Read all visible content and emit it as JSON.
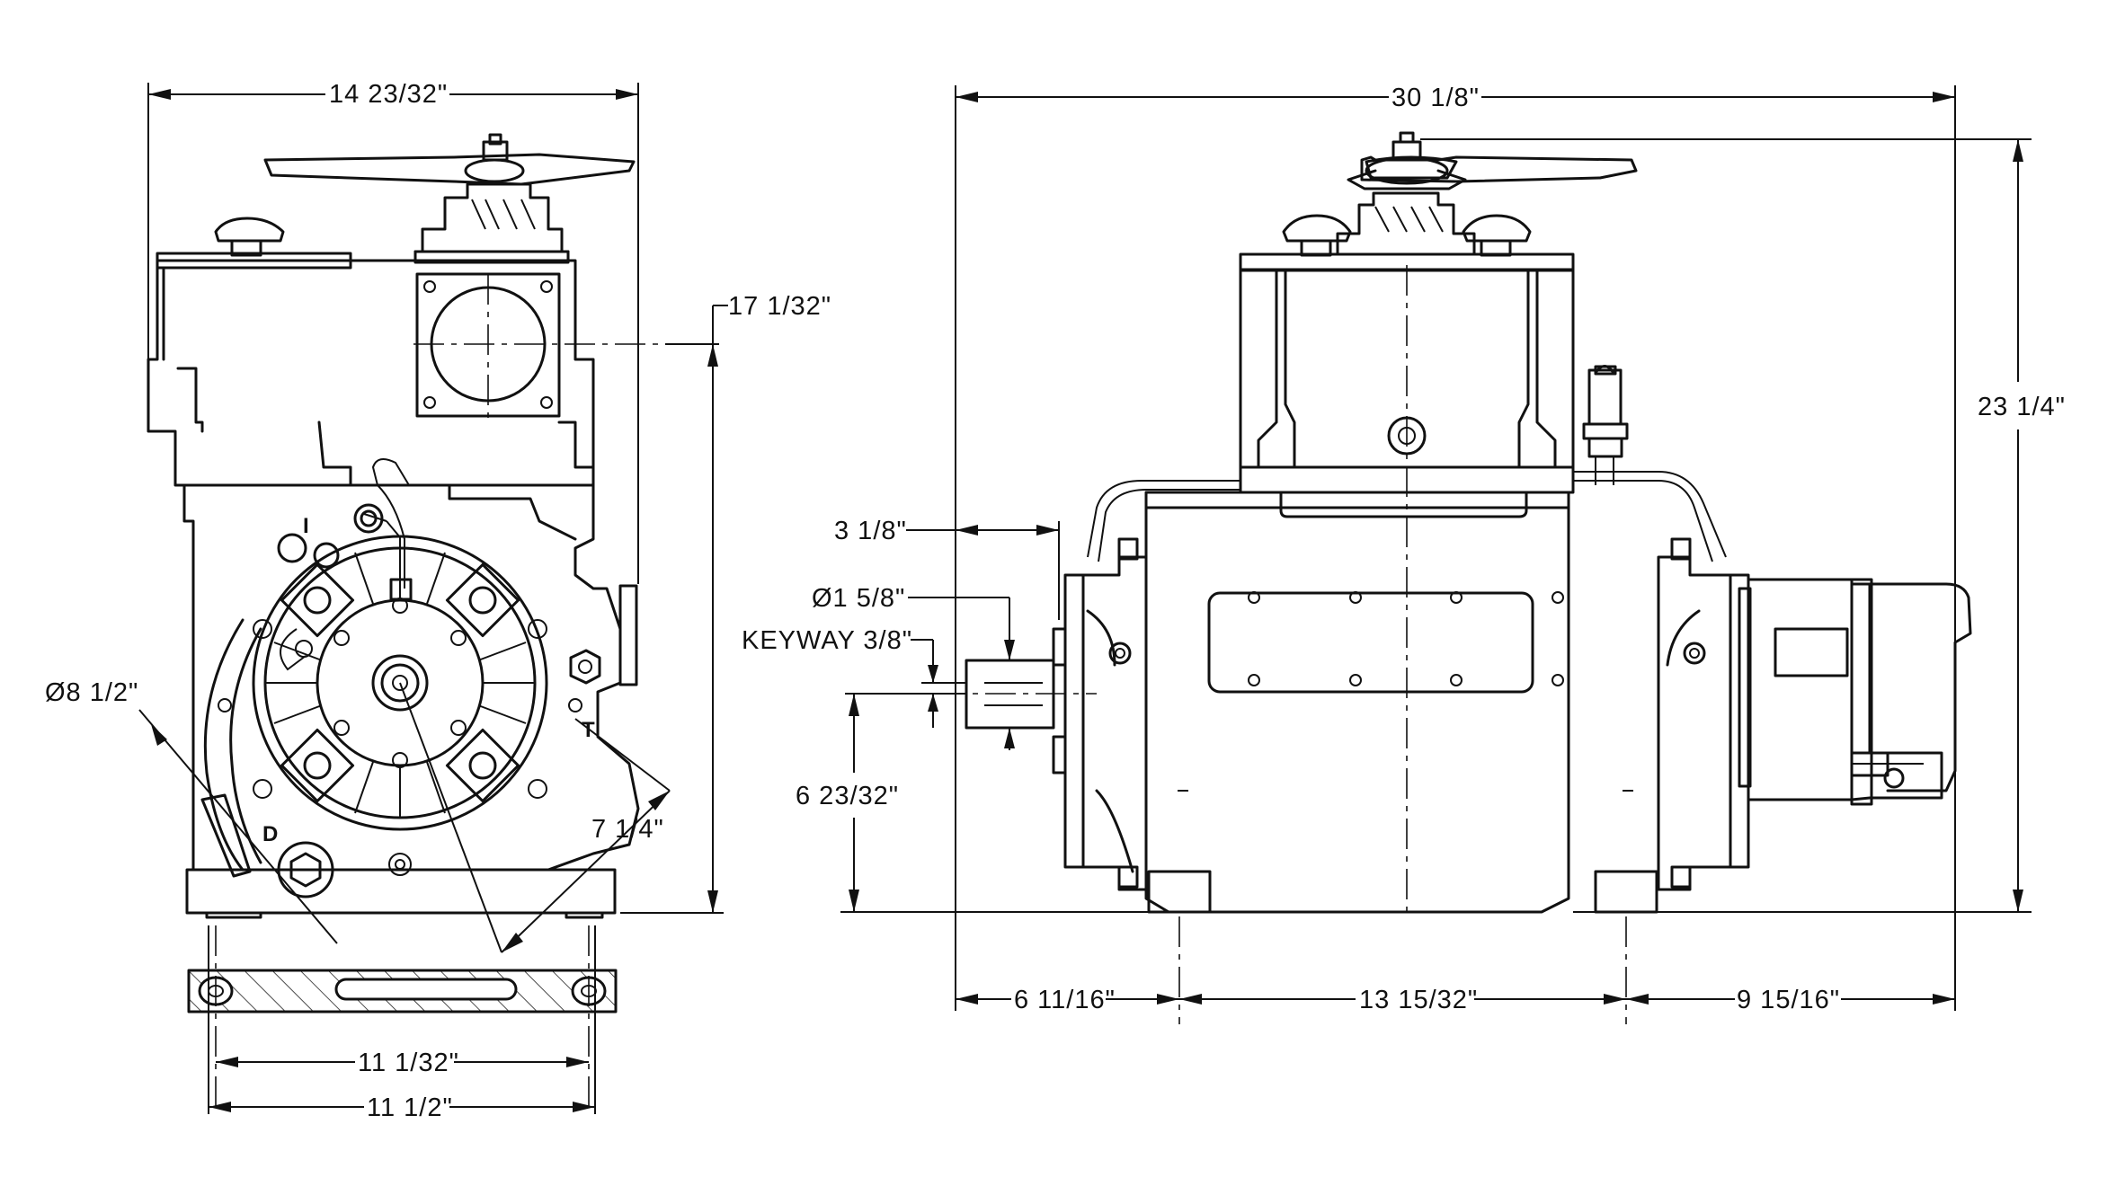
{
  "dimensions": {
    "side_overall_width": "14 23/32\"",
    "side_port_height": "17 1/32\"",
    "side_diameter": "Ø8 1/2\"",
    "side_bolt_dim": "7 1/4\"",
    "foot_inner": "11 1/32\"",
    "foot_outer": "11 1/2\"",
    "front_overall_width": "30 1/8\"",
    "front_overall_height": "23 1/4\"",
    "shaft_extension": "3 1/8\"",
    "shaft_diameter": "Ø1 5/8\"",
    "keyway": "KEYWAY 3/8\"",
    "shaft_height": "6 23/32\"",
    "base_left": "6 11/16\"",
    "base_center": "13 15/32\"",
    "base_right": "9 15/16\""
  },
  "markers": {
    "inlet": "I",
    "discharge": "D",
    "top": "T"
  }
}
